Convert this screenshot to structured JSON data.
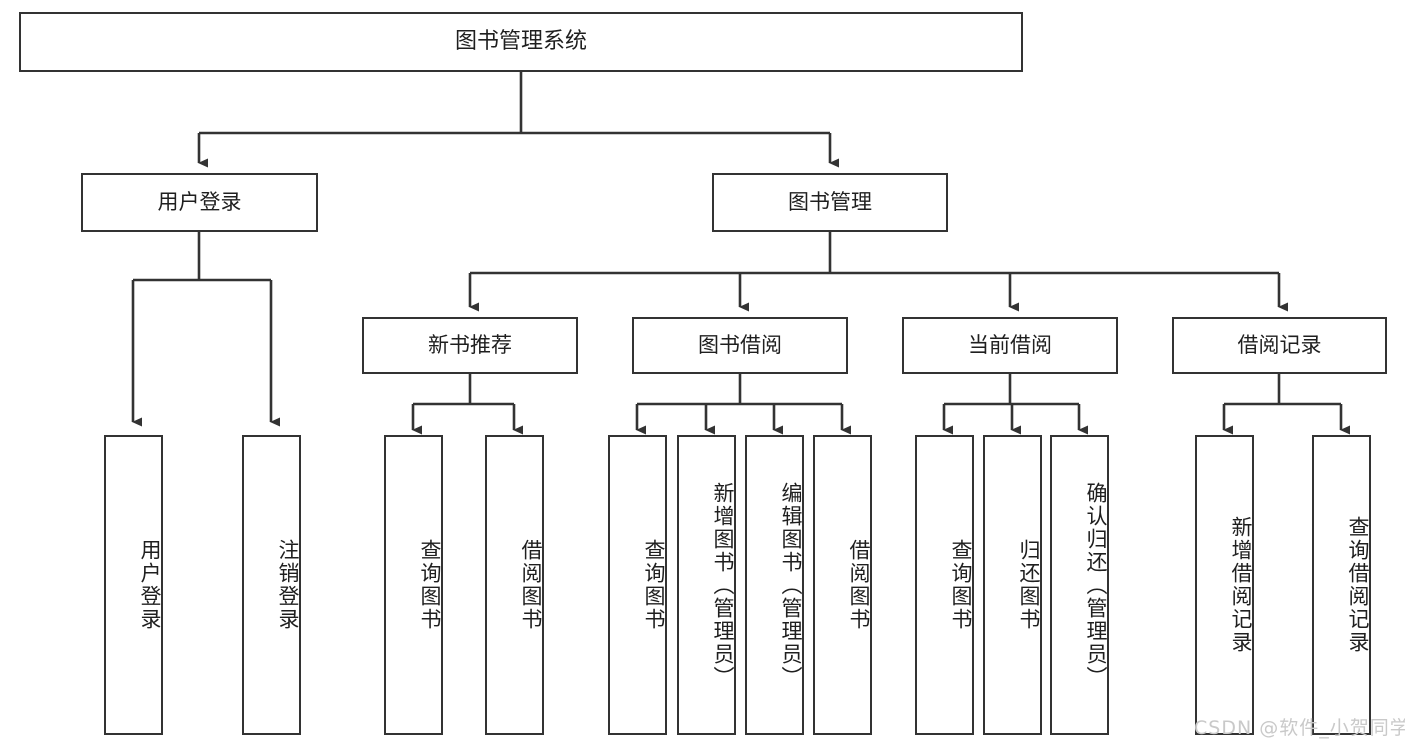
{
  "diagram": {
    "title": "图书管理系统",
    "type": "tree-hierarchy-diagram",
    "watermark": "CSDN @软件_小贺同学",
    "colors": {
      "background": "#ffffff",
      "node_fill": "#ffffff",
      "node_border": "#333333",
      "edge": "#333333",
      "text": "#1f1f1f",
      "watermark": "#c9c9c9"
    },
    "nodes": {
      "root": {
        "label": "图书管理系统"
      },
      "level2": [
        {
          "id": "user-login",
          "label": "用户登录"
        },
        {
          "id": "book-management",
          "label": "图书管理"
        }
      ],
      "level3": [
        {
          "id": "new-book-recommend",
          "label": "新书推荐"
        },
        {
          "id": "book-borrow",
          "label": "图书借阅"
        },
        {
          "id": "current-borrow",
          "label": "当前借阅"
        },
        {
          "id": "borrow-record",
          "label": "借阅记录"
        }
      ],
      "leaves": {
        "user_login": [
          {
            "id": "leaf-user-login",
            "label": "用户登录"
          },
          {
            "id": "leaf-logout-login",
            "label": "注销登录"
          }
        ],
        "new_book_recommend": [
          {
            "id": "leaf-query-book-1",
            "label": "查询图书"
          },
          {
            "id": "leaf-borrow-book-1",
            "label": "借阅图书"
          }
        ],
        "book_borrow": [
          {
            "id": "leaf-query-book-2",
            "label": "查询图书"
          },
          {
            "id": "leaf-add-book",
            "label": "新增图书（管理员）"
          },
          {
            "id": "leaf-edit-book",
            "label": "编辑图书（管理员）"
          },
          {
            "id": "leaf-borrow-book-2",
            "label": "借阅图书"
          }
        ],
        "current_borrow": [
          {
            "id": "leaf-query-book-3",
            "label": "查询图书"
          },
          {
            "id": "leaf-return-book",
            "label": "归还图书"
          },
          {
            "id": "leaf-confirm-return",
            "label": "确认归还（管理员）"
          }
        ],
        "borrow_record": [
          {
            "id": "leaf-add-borrow-record",
            "label": "新增借阅记录"
          },
          {
            "id": "leaf-query-borrow-record",
            "label": "查询借阅记录"
          }
        ]
      }
    }
  }
}
